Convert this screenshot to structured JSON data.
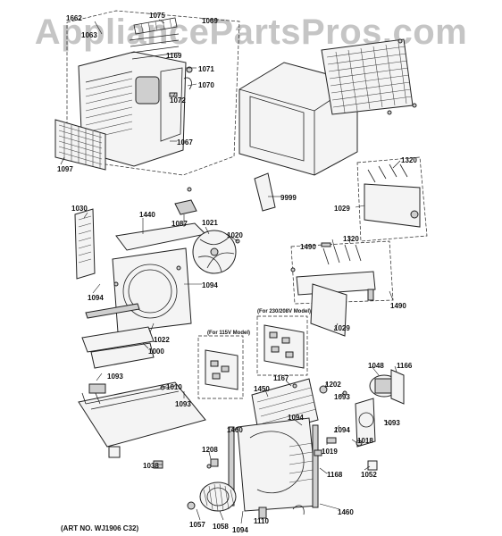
{
  "watermark": "AppliancePartsPros.com",
  "art_number": "(ART NO. WJ1906 C32)",
  "notes": {
    "model_230": "(For 230/208V Model)",
    "model_115": "(For 115V Model)"
  },
  "labels": {
    "p1662": "1662",
    "p1063": "1063",
    "p1075": "1075",
    "p1069": "1069",
    "p1169": "1169",
    "p1071": "1071",
    "p1070": "1070",
    "p1072": "1072",
    "p1067": "1067",
    "p1097": "1097",
    "p9999": "9999",
    "p1320a": "1320",
    "p1029a": "1029",
    "p1030": "1030",
    "p1440": "1440",
    "p1087": "1087",
    "p1021": "1021",
    "p1020": "1020",
    "p1094a": "1094",
    "p1094b": "1094",
    "p1490a": "1490",
    "p1320b": "1320",
    "p1490b": "1490",
    "p1022": "1022",
    "p1000": "1000",
    "p1029b": "1029",
    "p1093a": "1093",
    "p1010": "1010",
    "p1093b": "1093",
    "p1450": "1450",
    "p1167": "1167",
    "p1202": "1202",
    "p1093c": "1093",
    "p1048": "1048",
    "p1166": "1166",
    "p1094c": "1094",
    "p1093d": "1093",
    "p1460a": "1460",
    "p1094d": "1094",
    "p1018": "1018",
    "p1019": "1019",
    "p1208": "1208",
    "p1052": "1052",
    "p1168": "1168",
    "p1038": "1038",
    "p1057": "1057",
    "p1058": "1058",
    "p1110": "1110",
    "p1094e": "1094",
    "p1460b": "1460"
  }
}
